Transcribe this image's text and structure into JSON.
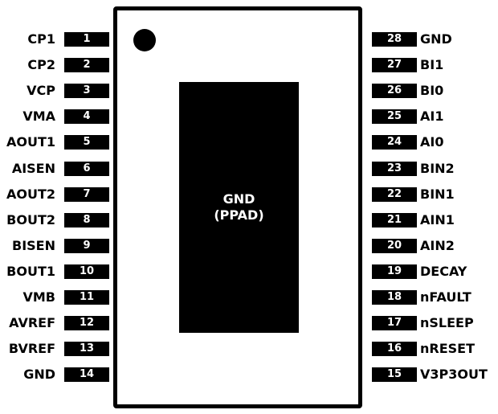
{
  "package": {
    "pad_label": "GND",
    "pad_sublabel": "(PPAD)"
  },
  "left_pins": [
    {
      "number": "1",
      "name": "CP1"
    },
    {
      "number": "2",
      "name": "CP2"
    },
    {
      "number": "3",
      "name": "VCP"
    },
    {
      "number": "4",
      "name": "VMA"
    },
    {
      "number": "5",
      "name": "AOUT1"
    },
    {
      "number": "6",
      "name": "AISEN"
    },
    {
      "number": "7",
      "name": "AOUT2"
    },
    {
      "number": "8",
      "name": "BOUT2"
    },
    {
      "number": "9",
      "name": "BISEN"
    },
    {
      "number": "10",
      "name": "BOUT1"
    },
    {
      "number": "11",
      "name": "VMB"
    },
    {
      "number": "12",
      "name": "AVREF"
    },
    {
      "number": "13",
      "name": "BVREF"
    },
    {
      "number": "14",
      "name": "GND"
    }
  ],
  "right_pins": [
    {
      "number": "28",
      "name": "GND"
    },
    {
      "number": "27",
      "name": "BI1"
    },
    {
      "number": "26",
      "name": "BI0"
    },
    {
      "number": "25",
      "name": "AI1"
    },
    {
      "number": "24",
      "name": "AI0"
    },
    {
      "number": "23",
      "name": "BIN2"
    },
    {
      "number": "22",
      "name": "BIN1"
    },
    {
      "number": "21",
      "name": "AIN1"
    },
    {
      "number": "20",
      "name": "AIN2"
    },
    {
      "number": "19",
      "name": "DECAY"
    },
    {
      "number": "18",
      "name": "nFAULT"
    },
    {
      "number": "17",
      "name": "nSLEEP"
    },
    {
      "number": "16",
      "name": "nRESET"
    },
    {
      "number": "15",
      "name": "V3P3OUT"
    }
  ]
}
